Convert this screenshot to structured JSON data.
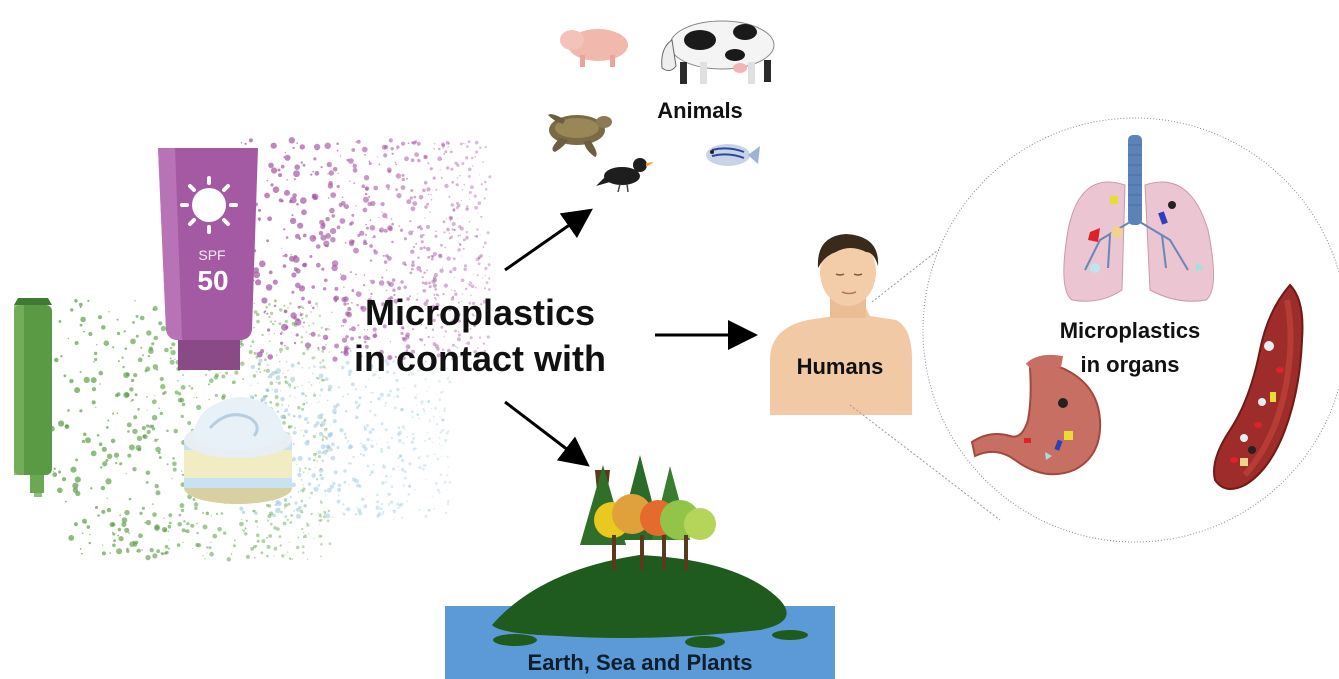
{
  "center_label": {
    "line1": "Microplastics",
    "line2": "in contact with"
  },
  "animals_label": "Animals",
  "humans_label": "Humans",
  "organs_label": {
    "line1": "Microplastics",
    "line2": "in organs"
  },
  "earth_label": "Earth, Sea and Plants",
  "sunscreen": {
    "spf_text": "SPF",
    "spf_value": "50"
  },
  "colors": {
    "sunscreen": "#a45aa2",
    "green_tube": "#5a9a45",
    "cream_jar": "#cfe6f3",
    "sea": "#5b9ad6",
    "island": "#1f5a1f",
    "arrow": "#000000",
    "skin": "#f1c9a5"
  },
  "icons": [
    "sunscreen-bottle-icon",
    "green-tube-icon",
    "cream-jar-icon",
    "pig-icon",
    "cow-icon",
    "turtle-icon",
    "bird-icon",
    "fish-icon",
    "human-icon",
    "lungs-icon",
    "stomach-icon",
    "blood-vessel-icon",
    "island-icon",
    "trees-icon"
  ]
}
